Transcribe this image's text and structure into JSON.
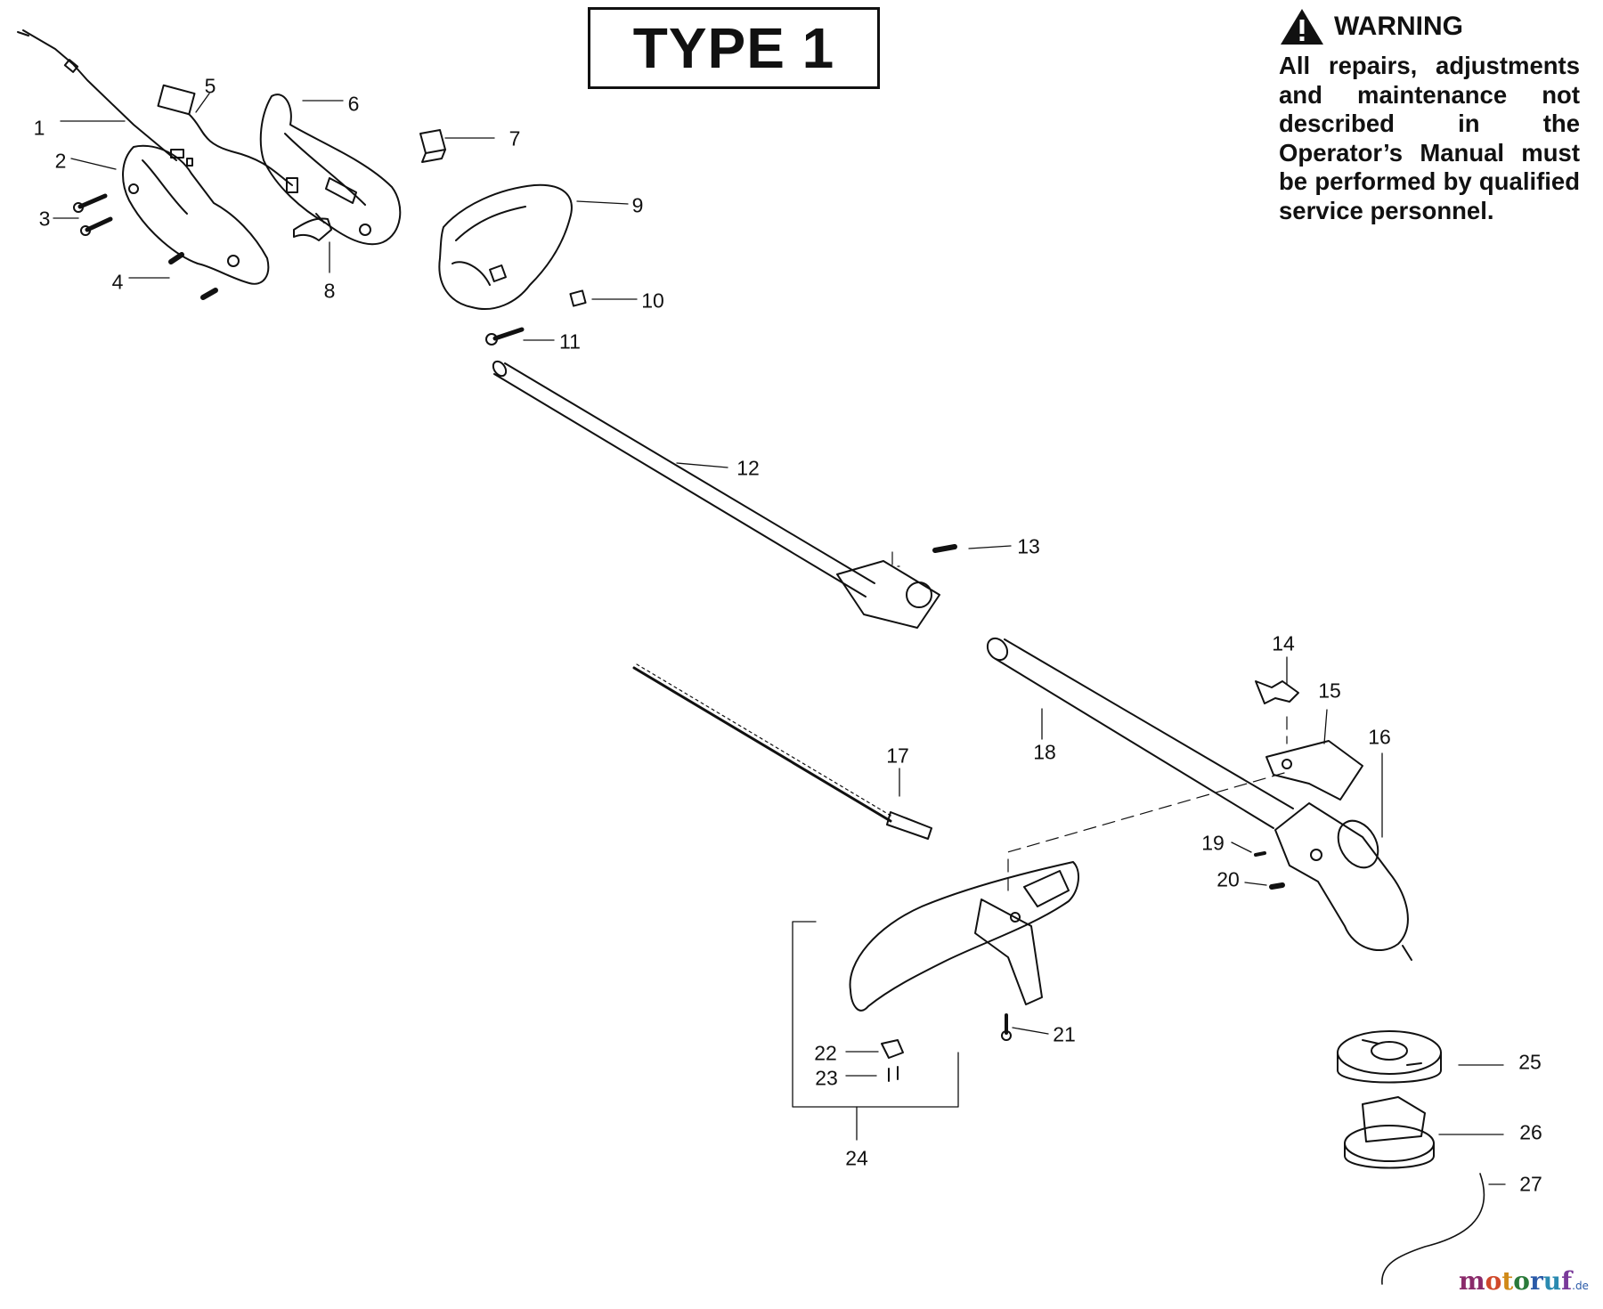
{
  "header": {
    "title": "TYPE 1"
  },
  "warning": {
    "heading": "WARNING",
    "text": "All repairs, adjustments and maintenance not described in the Operator’s Manual must be performed by qualified service personnel.",
    "icon": "warning-triangle-icon"
  },
  "callouts": [
    "1",
    "2",
    "3",
    "4",
    "5",
    "6",
    "7",
    "8",
    "9",
    "10",
    "11",
    "12",
    "13",
    "14",
    "15",
    "16",
    "17",
    "18",
    "19",
    "20",
    "21",
    "22",
    "23",
    "24",
    "25",
    "26",
    "27"
  ],
  "watermark": {
    "letters": [
      "m",
      "o",
      "t",
      "o",
      "r",
      "u",
      "f"
    ],
    "letter_colors": [
      "#8a2a6a",
      "#d0482a",
      "#d08a18",
      "#2a7a3a",
      "#2a5aa8",
      "#2a8ab0",
      "#7a3a9a"
    ],
    "suffix": ".de"
  },
  "colors": {
    "ink": "#111111",
    "paper": "#ffffff"
  }
}
